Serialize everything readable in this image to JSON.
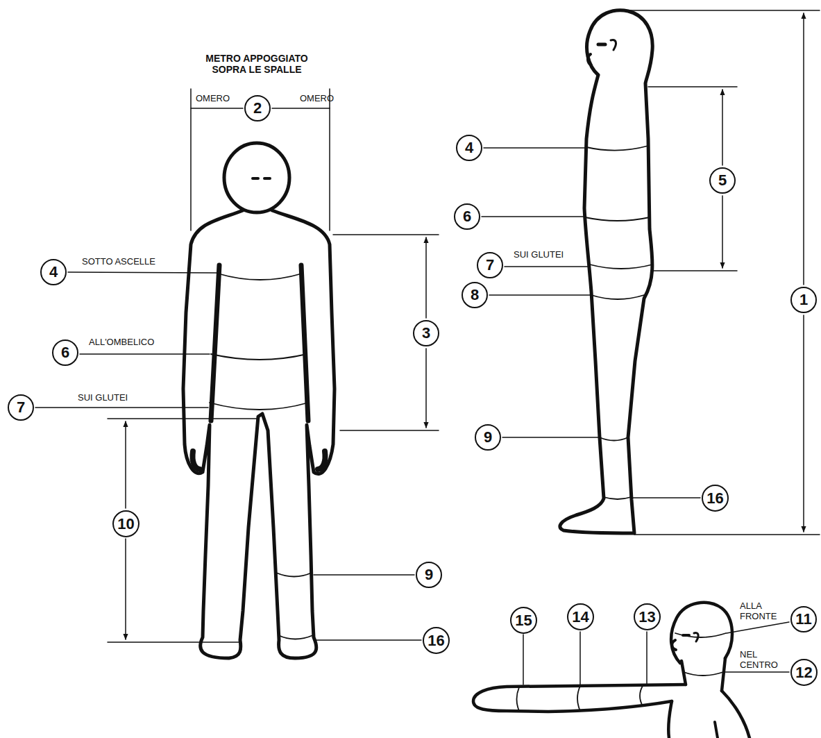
{
  "diagram": {
    "nodes": [
      {
        "text": [
          "2"
        ]
      },
      {
        "text": [
          "4"
        ]
      },
      {
        "text": [
          "5"
        ]
      },
      {
        "text": [
          "6"
        ]
      },
      {
        "text": [
          "7"
        ]
      },
      {
        "text": [
          "4"
        ]
      },
      {
        "text": [
          "8"
        ]
      },
      {
        "text": [
          "1"
        ]
      },
      {
        "text": [
          "3"
        ]
      },
      {
        "text": [
          "6"
        ]
      },
      {
        "text": [
          "7"
        ]
      },
      {
        "text": [
          "9"
        ]
      },
      {
        "text": [
          "16"
        ]
      },
      {
        "text": [
          "10"
        ]
      },
      {
        "text": [
          "9"
        ]
      },
      {
        "text": [
          "15"
        ]
      },
      {
        "text": [
          "14"
        ]
      },
      {
        "text": [
          "13"
        ]
      },
      {
        "text": [
          "11"
        ]
      },
      {
        "text": [
          "16"
        ]
      },
      {
        "text": [
          "12"
        ]
      }
    ],
    "labels": [
      "METRO APPOGGIATO SOPRA LE SPALLE",
      "OMERO",
      "OMERO",
      "SUI GLUTEI",
      "SOTTO ASCELLE",
      "ALL'OMBELICO",
      "SUI GLUTEI",
      "ALLA FRONTE",
      "NEL CENTRO"
    ]
  }
}
